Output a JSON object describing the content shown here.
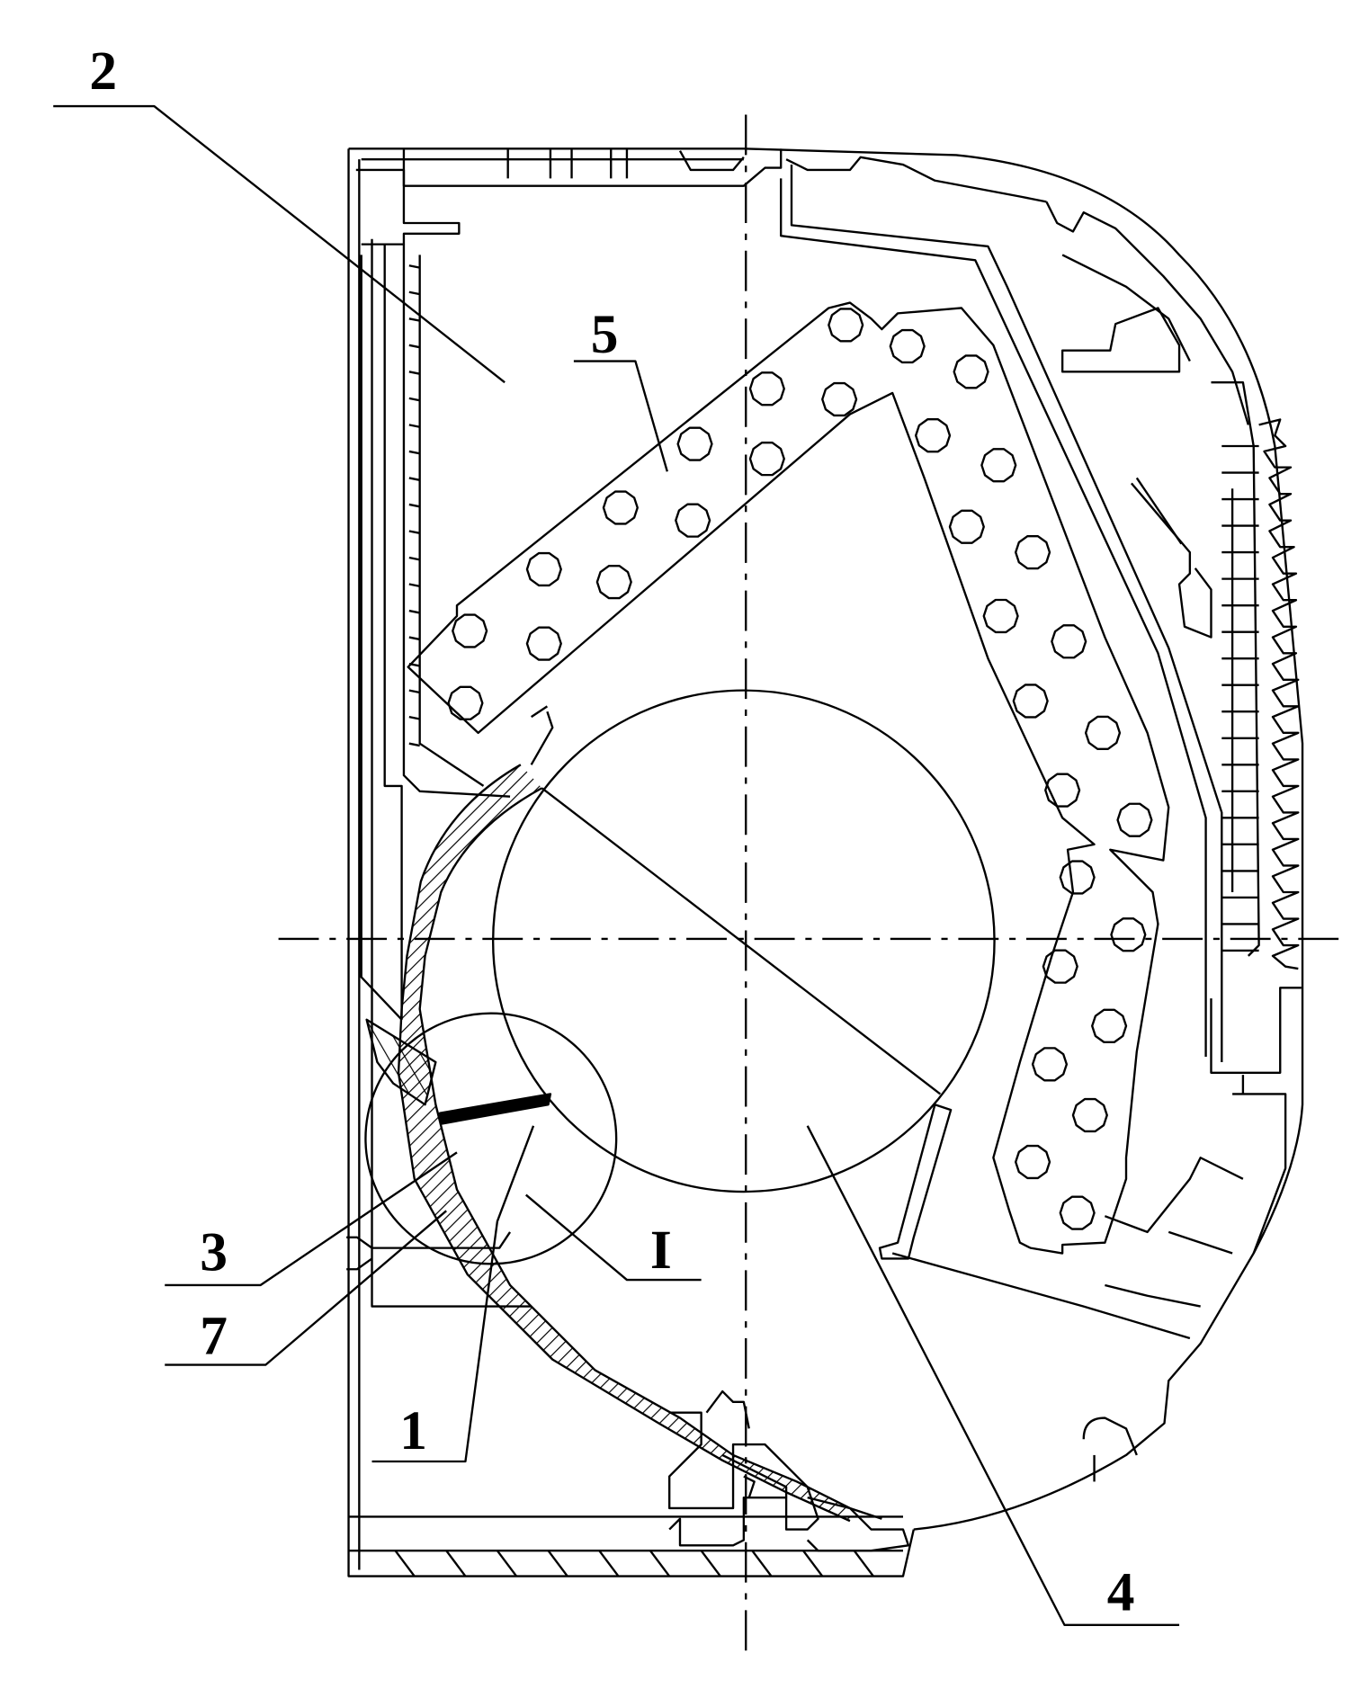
{
  "figure": {
    "labels": {
      "housing_part": "2",
      "heat_exchanger": "5",
      "volute_wall": "3",
      "insert_7": "7",
      "element_1": "1",
      "detail_view": "I",
      "fan": "4"
    },
    "tube_count": 34,
    "colors": {
      "line": "#000000",
      "background": "#ffffff"
    }
  }
}
